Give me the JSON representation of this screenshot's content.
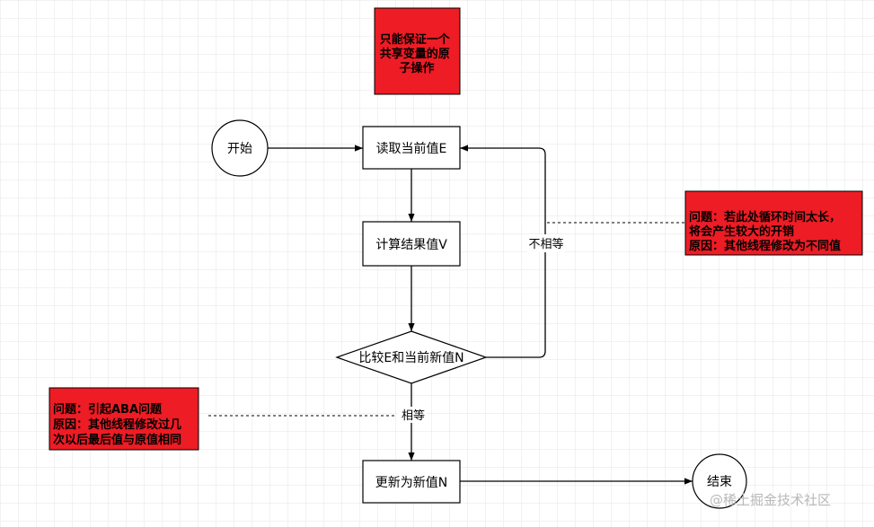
{
  "nodes": {
    "start": "开始",
    "read": "读取当前值E",
    "compute": "计算结果值V",
    "compare": "比较E和当前新值N",
    "update": "更新为新值N",
    "end": "结束"
  },
  "edges": {
    "not_equal": "不相等",
    "equal": "相等"
  },
  "notes": {
    "top": [
      "只能保证一个",
      "共享变量的原",
      "子操作"
    ],
    "right": [
      "问题：若此处循环时间太长，",
      "将会产生较大的开销",
      "原因：其他线程修改为不同值"
    ],
    "left": [
      "问题：引起ABA问题",
      "原因：其他线程修改过几",
      "次以后最后值与原值相同"
    ]
  },
  "watermark": "@稀土掘金技术社区",
  "colors": {
    "note_fill": "#ee1c25",
    "grid": "#e4e4e4"
  }
}
